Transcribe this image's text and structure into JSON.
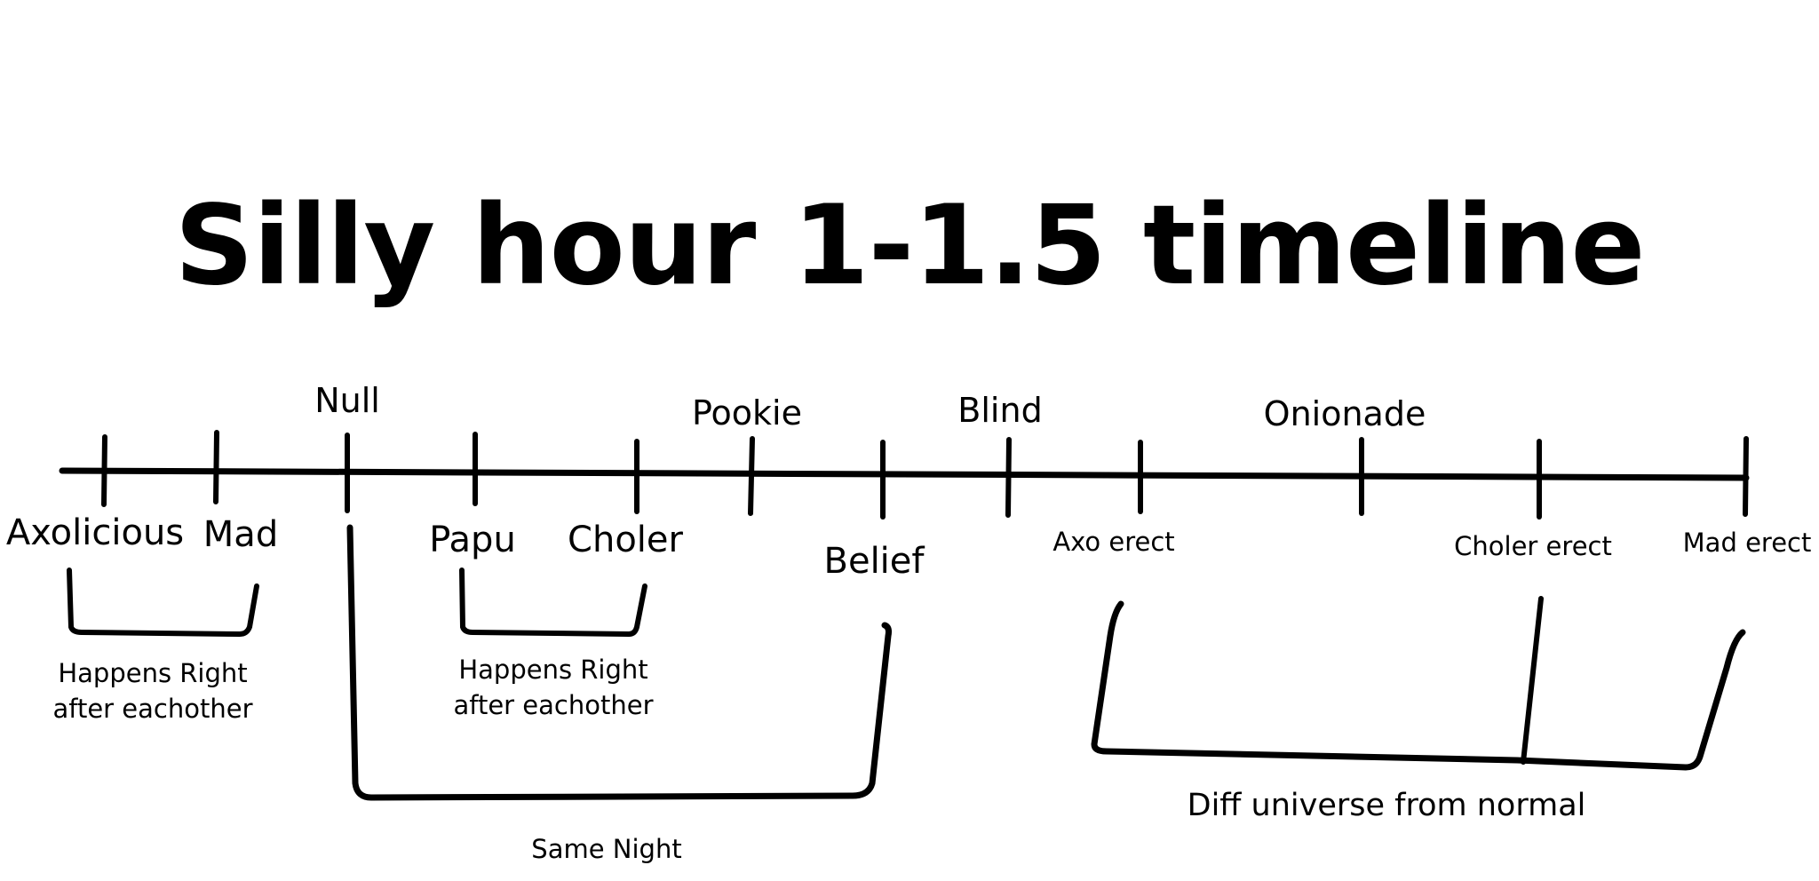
{
  "title": "Silly hour 1-1.5 timeline",
  "labels_above": {
    "null": "Null",
    "pookie": "Pookie",
    "blind": "Blind",
    "onionade": "Onionade"
  },
  "labels_below": {
    "axolicious": "Axolicious",
    "mad": "Mad",
    "papu": "Papu",
    "choler": "Choler",
    "belief": "Belief",
    "axo_erect": "Axo erect",
    "choler_erect": "Choler erect",
    "mad_erect": "Mad erect"
  },
  "notes": {
    "right_after_1": {
      "line1": "Happens Right",
      "line2": "after eachother"
    },
    "right_after_2": {
      "line1": "Happens Right",
      "line2": "after eachother"
    },
    "same_night": "Same Night",
    "diff_universe": "Diff universe from normal"
  }
}
